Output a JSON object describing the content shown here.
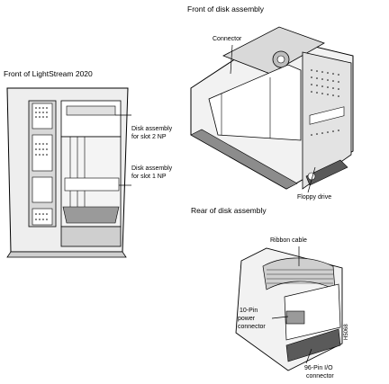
{
  "titles": {
    "front_lightstream": "Front of LightStream 2020",
    "front_disk": "Front of disk assembly",
    "rear_disk": "Rear of disk assembly"
  },
  "labels": {
    "connector": "Connector",
    "disk_slot2_l1": "Disk assembly",
    "disk_slot2_l2": "for slot 2 NP",
    "disk_slot1_l1": "Disk assembly",
    "disk_slot1_l2": "for slot 1 NP",
    "floppy_drive": "Floppy drive",
    "ribbon_cable": "Ribbon cable",
    "power_conn_l1": "10-Pin",
    "power_conn_l2": "power",
    "power_conn_l3": "connector",
    "io_conn_l1": "96-Pin I/O",
    "io_conn_l2": "connector",
    "figure_id": "H5068"
  },
  "colors": {
    "line": "#000000",
    "fill_light": "#e6e6e6",
    "fill_mid": "#bdbdbd",
    "fill_dark": "#808080"
  }
}
